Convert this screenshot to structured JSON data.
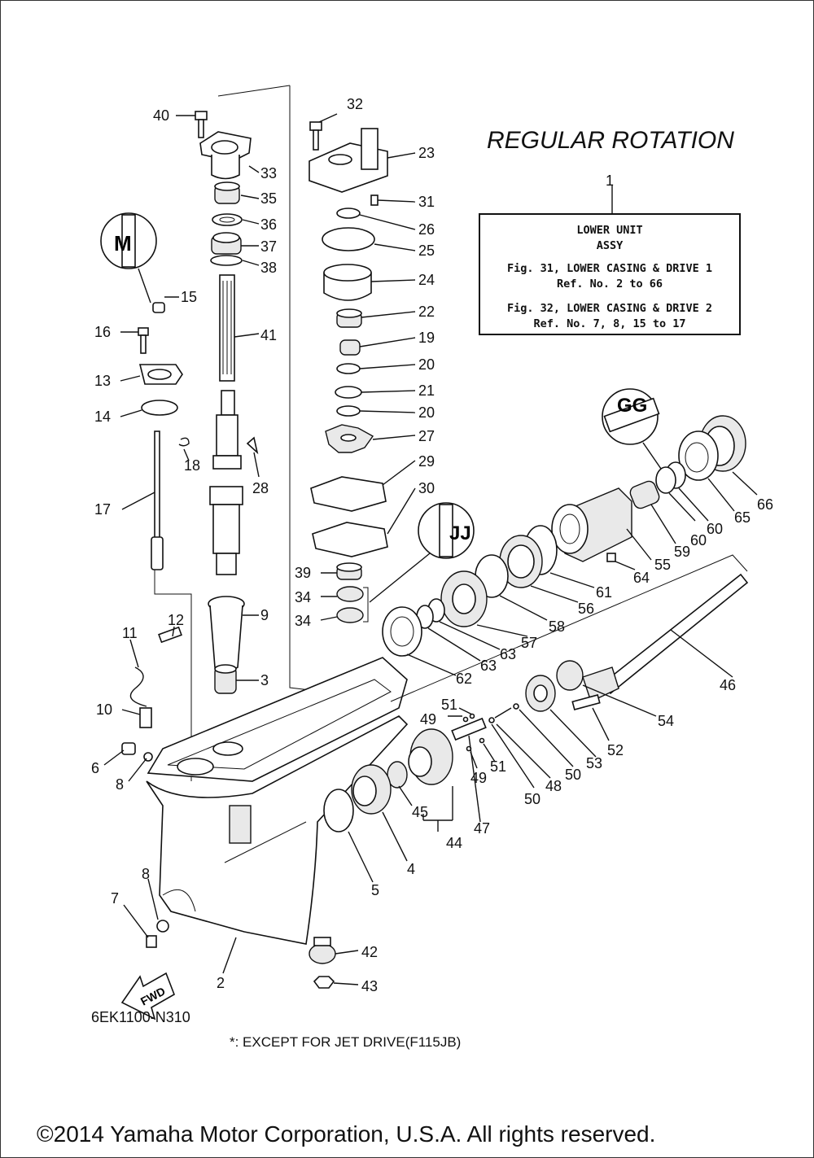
{
  "diagram_title": "REGULAR ROTATION",
  "ref_box": {
    "ref_number": "1",
    "line1": "LOWER UNIT",
    "line2": "ASSY",
    "line3": "Fig. 31, LOWER CASING & DRIVE 1",
    "line4": "Ref. No. 2 to 66",
    "line5": "Fig. 32, LOWER CASING & DRIVE 2",
    "line6": "Ref. No. 7, 8, 15 to 17"
  },
  "diagram_code": "6EK1100-N310",
  "footnote": "*: EXCEPT FOR JET DRIVE(F115JB)",
  "copyright": "©2014 Yamaha Motor Corporation, U.S.A. All rights reserved.",
  "badges": {
    "m_badge": "M",
    "gg_badge": "GG",
    "jj_badge": "JJ",
    "fwd_arrow": "FWD"
  },
  "callouts": {
    "c2": "2",
    "c3": "3",
    "c4": "4",
    "c5": "5",
    "c6": "6",
    "c7": "7",
    "c8a": "8",
    "c8b": "8",
    "c9": "9",
    "c10": "10",
    "c11": "11",
    "c12": "12",
    "c13": "13",
    "c14": "14",
    "c15": "15",
    "c16": "16",
    "c17": "17",
    "c18": "18",
    "c19": "19",
    "c20a": "20",
    "c20b": "20",
    "c21": "21",
    "c22": "22",
    "c23": "23",
    "c24": "24",
    "c25": "25",
    "c26": "26",
    "c27": "27",
    "c28": "28",
    "c29": "29",
    "c30": "30",
    "c31": "31",
    "c32": "32",
    "c33": "33",
    "c34a": "34",
    "c34b": "34",
    "c35": "35",
    "c36": "36",
    "c37": "37",
    "c38": "38",
    "c39": "39",
    "c40": "40",
    "c41": "41",
    "c42": "42",
    "c43": "43",
    "c44": "44",
    "c45": "45",
    "c46": "46",
    "c47": "47",
    "c48": "48",
    "c49a": "49",
    "c49b": "49",
    "c50a": "50",
    "c50b": "50",
    "c51a": "51",
    "c51b": "51",
    "c52": "52",
    "c53": "53",
    "c54": "54",
    "c55": "55",
    "c56": "56",
    "c57": "57",
    "c58": "58",
    "c59": "59",
    "c60a": "60",
    "c60b": "60",
    "c61": "61",
    "c62": "62",
    "c63a": "63",
    "c63b": "63",
    "c64": "64",
    "c65": "65",
    "c66": "66"
  }
}
